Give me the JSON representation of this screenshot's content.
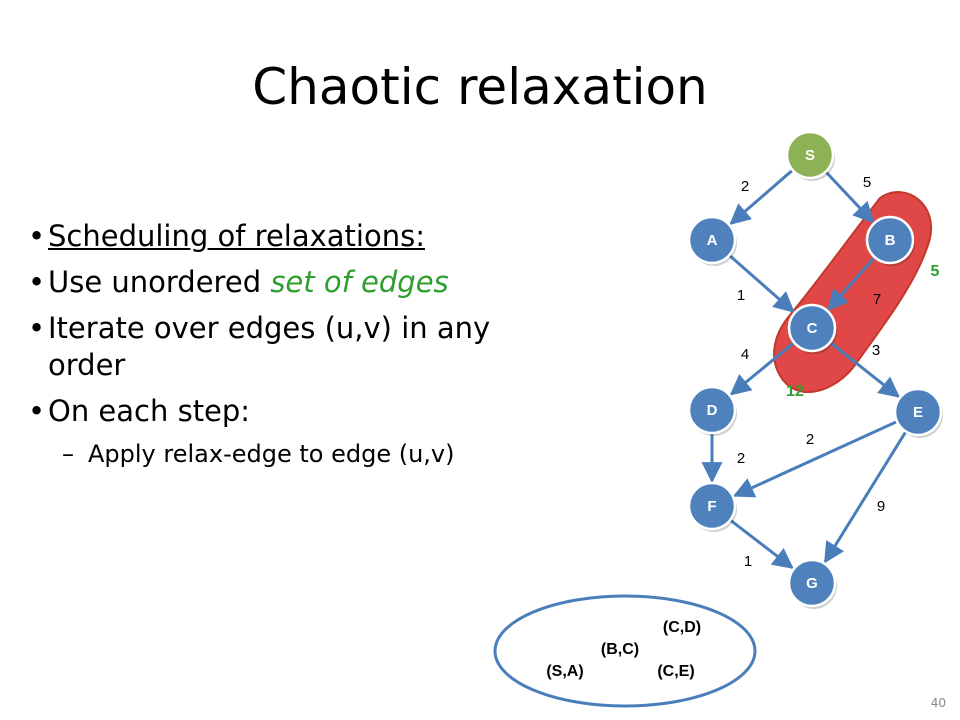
{
  "slide": {
    "title": "Chaotic relaxation",
    "bullets": [
      {
        "text": "Scheduling of relaxations:"
      },
      {
        "pre": "Use unordered ",
        "highlight": "set of edges"
      },
      {
        "text": "Iterate over edges (u,v) in any order"
      },
      {
        "text": "On each step:"
      },
      {
        "text": "Apply relax-edge to edge (u,v)"
      }
    ],
    "page_number": "40"
  },
  "graph": {
    "nodes": [
      "S",
      "A",
      "B",
      "C",
      "D",
      "E",
      "F",
      "G"
    ],
    "edges": [
      {
        "from": "S",
        "to": "A",
        "weight": "2"
      },
      {
        "from": "S",
        "to": "B",
        "weight": "5"
      },
      {
        "from": "A",
        "to": "C",
        "weight": "1"
      },
      {
        "from": "B",
        "to": "C",
        "weight": "7"
      },
      {
        "from": "C",
        "to": "D",
        "weight": "4"
      },
      {
        "from": "C",
        "to": "E",
        "weight": "3"
      },
      {
        "from": "D",
        "to": "F",
        "weight": "2"
      },
      {
        "from": "E",
        "to": "F",
        "weight": "2"
      },
      {
        "from": "E",
        "to": "G",
        "weight": "9"
      },
      {
        "from": "F",
        "to": "G",
        "weight": "1"
      }
    ],
    "distance_labels": {
      "B": "5",
      "C": "12"
    },
    "node_color": "#4f81bd",
    "source_color": "#8db255",
    "highlight_color": "#e04848",
    "distance_color": "#2e9e2e"
  },
  "worklist": {
    "edges": [
      "(C,D)",
      "(B,C)",
      "(S,A)",
      "(C,E)"
    ]
  }
}
